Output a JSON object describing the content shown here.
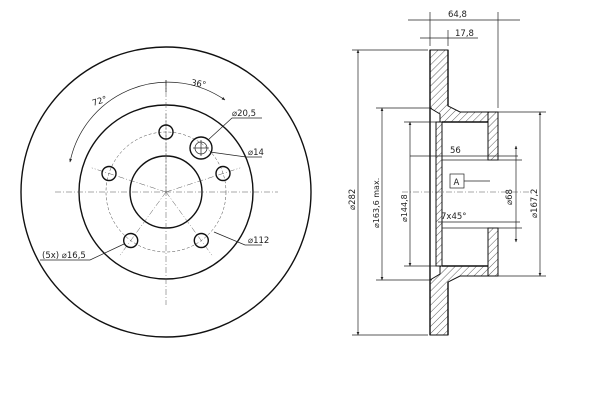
{
  "front_view": {
    "angle_bolt": "72°",
    "angle_half": "36°",
    "dia_center_bore_hole": "⌀20,5",
    "dia_small_hole": "⌀14",
    "dia_pcd": "⌀112",
    "bolt_holes": "(5x) ⌀16,5"
  },
  "side_view": {
    "total_width": "64,8",
    "disc_thickness": "17,8",
    "hat_depth": "56",
    "dia_outer": "⌀282",
    "dia_max": "⌀163,6 max.",
    "dia_hat_inner": "⌀144,8",
    "dia_hub": "⌀68",
    "dia_hat_outer": "⌀167,2",
    "chamfer": "7x45°",
    "datum": "A"
  }
}
